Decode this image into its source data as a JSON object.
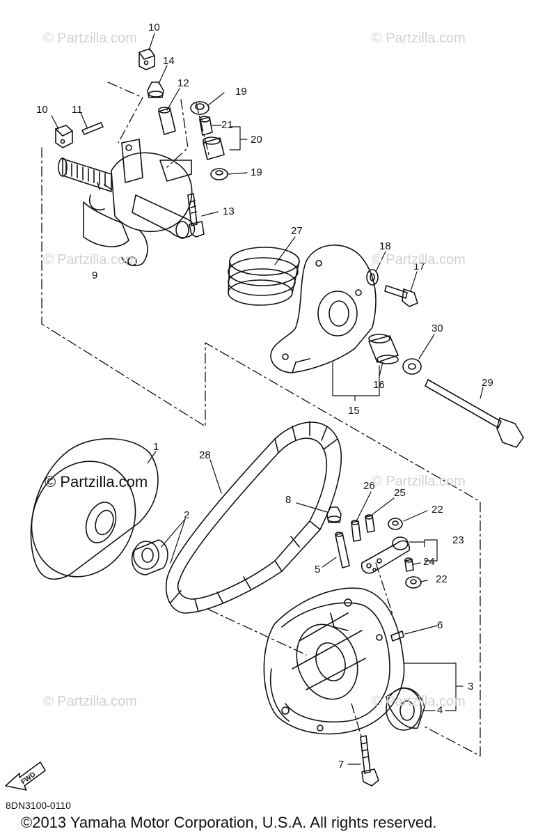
{
  "watermarks": [
    {
      "text": "© Partzilla.com"
    },
    {
      "text": "© Partzilla.com"
    },
    {
      "text": "© Partzilla.com"
    },
    {
      "text": "© Partzilla.com"
    },
    {
      "text": "© Partzilla.com"
    },
    {
      "text": "© Partzilla.com"
    },
    {
      "text": "© Partzilla.com"
    },
    {
      "text": "© Partzilla.com"
    }
  ],
  "watermark_strong": "© Partzilla.com",
  "callouts": [
    "10",
    "14",
    "12",
    "19",
    "21",
    "20",
    "19",
    "10",
    "11",
    "13",
    "9",
    "27",
    "18",
    "17",
    "30",
    "29",
    "16",
    "15",
    "1",
    "28",
    "26",
    "25",
    "22",
    "23",
    "24",
    "22",
    "8",
    "2",
    "5",
    "6",
    "3",
    "4",
    "7"
  ],
  "fwd_label": "FWD",
  "part_number": "8DN3100-0110",
  "copyright": "©2013  Yamaha Motor Corporation, U.S.A. All rights reserved."
}
